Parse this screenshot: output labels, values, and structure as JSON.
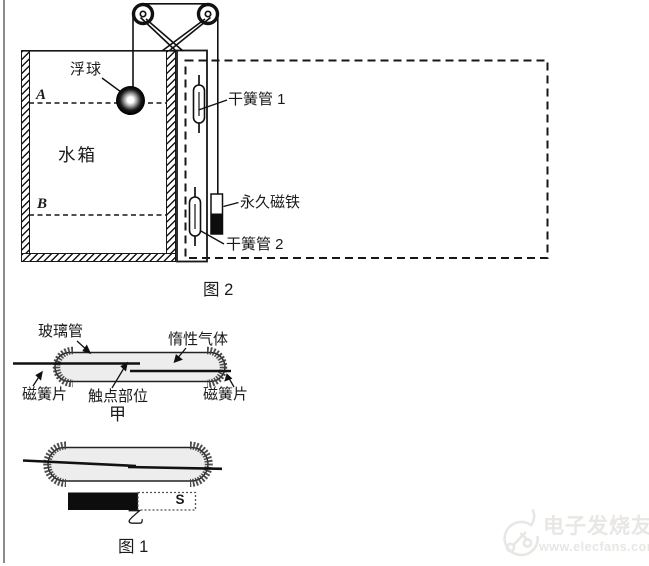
{
  "figure2": {
    "caption": "图 2",
    "float_ball": "浮球",
    "level_a": "A",
    "water_tank": "水箱",
    "level_b": "B",
    "reed_switch_1": "干簧管 1",
    "permanent_magnet": "永久磁铁",
    "reed_switch_2": "干簧管 2"
  },
  "figure1": {
    "caption": "图 1",
    "glass_tube": "玻璃管",
    "inert_gas": "惰性气体",
    "reed_strip_left": "磁簧片",
    "contact_area": "触点部位",
    "reed_strip_right": "磁簧片",
    "sub_jia": "甲",
    "sub_yi": "乙",
    "magnet_pole": "S"
  },
  "watermark": {
    "brand": "电子发烧友",
    "site": "www.elecfans.com"
  },
  "colors": {
    "ink": "#1a1a1a",
    "capsule_fill": "#ededed",
    "watermark": "#e9e7e4",
    "background": "#ffffff"
  }
}
